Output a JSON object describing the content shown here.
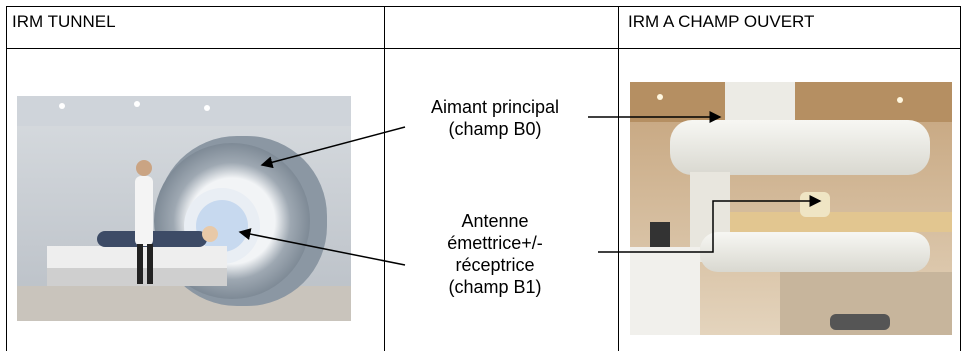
{
  "table": {
    "col1_header": "IRM TUNNEL",
    "col2_header": "",
    "col3_header": "IRM  A CHAMP OUVERT"
  },
  "labels": {
    "main_magnet_line1": "Aimant principal",
    "main_magnet_line2": "(champ B0)",
    "antenna_line1": "Antenne",
    "antenna_line2": "émettrice+/-",
    "antenna_line3": "réceptrice",
    "antenna_line4": "(champ B1)"
  },
  "images": {
    "tunnel_mri": "photo-tunnel-mri-scanner",
    "open_mri": "photo-open-field-mri-scanner"
  }
}
